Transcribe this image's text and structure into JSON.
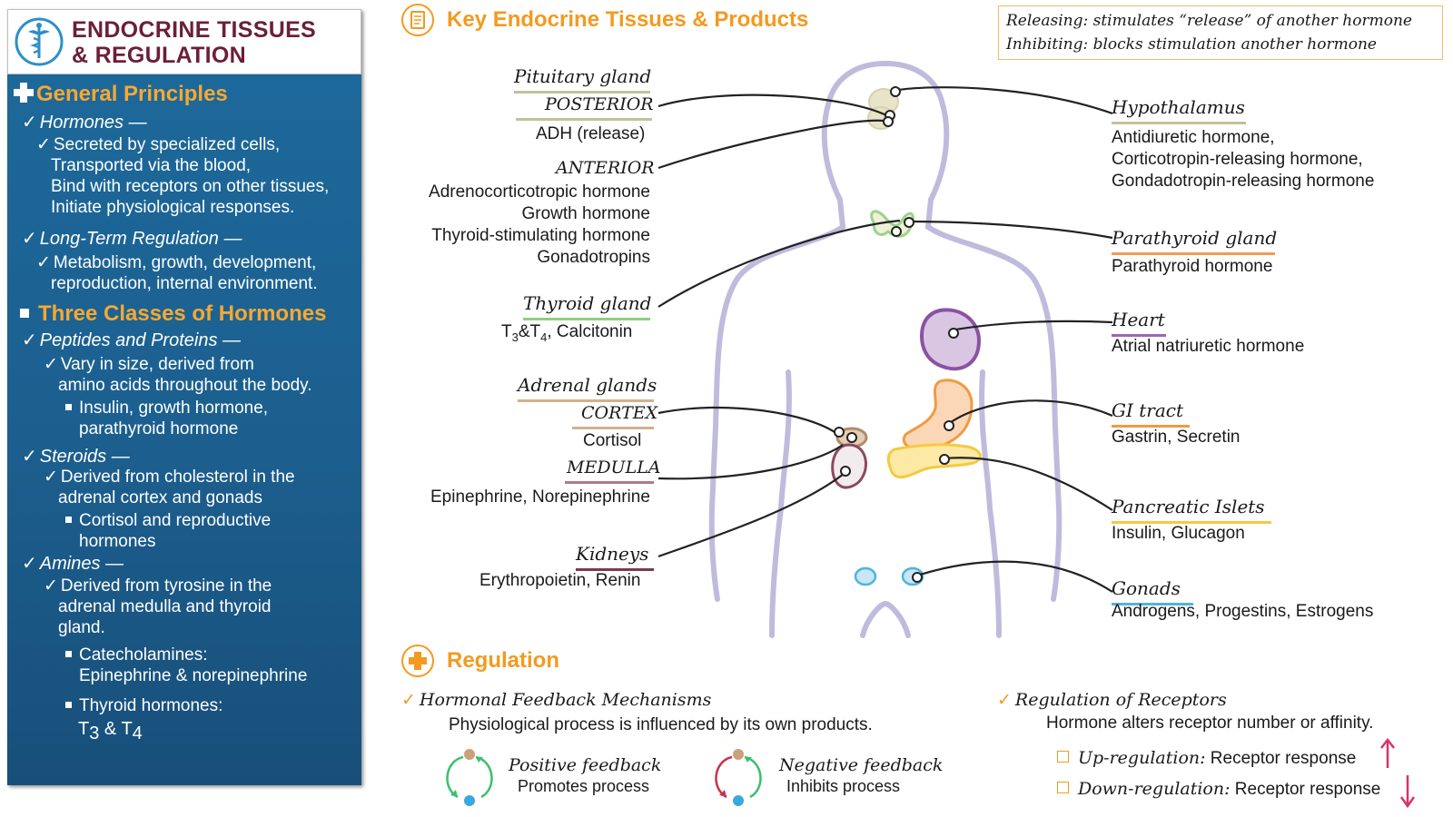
{
  "left": {
    "title_line1": "ENDOCRINE TISSUES",
    "title_line2": "& REGULATION",
    "general_principles": {
      "heading": "General Principles",
      "hormones": "Hormones —",
      "hormones_items": [
        "Secreted by specialized cells,",
        "Transported via the blood,",
        "Bind with receptors on other tissues,",
        "Initiate physiological responses."
      ],
      "long_term": "Long-Term Regulation —",
      "long_term_items": [
        "Metabolism, growth, development,",
        "reproduction, internal environment."
      ]
    },
    "three_classes": {
      "heading": "Three Classes of Hormones",
      "peptides": "Peptides and Proteins —",
      "peptides_items": [
        "Vary in size, derived from",
        "amino acids throughout the body."
      ],
      "peptides_examples": [
        "Insulin, growth hormone,",
        "parathyroid hormone"
      ],
      "steroids": "Steroids —",
      "steroids_items": [
        "Derived from cholesterol in the",
        "adrenal cortex and gonads"
      ],
      "steroids_examples": [
        "Cortisol and reproductive",
        "hormones"
      ],
      "amines": "Amines —",
      "amines_items": [
        "Derived from tyrosine in the",
        "adrenal medulla and thyroid",
        "gland."
      ],
      "catecholamines": [
        "Catecholamines:",
        "Epinephrine & norepinephrine"
      ],
      "thyroid_hormones": "Thyroid hormones:",
      "t_label": "T",
      "t_sub1": "3",
      "amp": " & ",
      "t_sub2": "4"
    }
  },
  "key": {
    "title": "Key Endocrine Tissues & Products",
    "legend_line1": "Releasing: stimulates “release” of another hormone",
    "legend_line2": "Inhibiting: blocks stimulation another hormone"
  },
  "glands_left": {
    "pituitary": "Pituitary gland",
    "posterior": "POSTERIOR",
    "posterior_products": "ADH (release)",
    "anterior": "ANTERIOR",
    "anterior_products": [
      "Adrenocorticotropic hormone",
      "Growth hormone",
      "Thyroid-stimulating hormone",
      "Gonadotropins"
    ],
    "thyroid": "Thyroid  gland",
    "thyroid_t": "T",
    "thyroid_sub3": "3",
    "thyroid_amp": "&",
    "thyroid_sub4": "4",
    "thyroid_rest": ", Calcitonin",
    "adrenal": "Adrenal glands",
    "cortex": "CORTEX",
    "cortex_products": "Cortisol",
    "medulla": "MEDULLA",
    "medulla_products": "Epinephrine, Norepinephrine",
    "kidneys": "Kidneys",
    "kidneys_products": "Erythropoietin, Renin"
  },
  "glands_right": {
    "hypothalamus": "Hypothalamus",
    "hypothalamus_products": [
      "Antidiuretic hormone,",
      "Corticotropin-releasing hormone,",
      "Gondadotropin-releasing hormone"
    ],
    "parathyroid": "Parathyroid gland",
    "parathyroid_products": "Parathyroid hormone",
    "heart": "Heart",
    "heart_products": "Atrial natriuretic hormone",
    "gi": "GI tract",
    "gi_products": "Gastrin, Secretin",
    "pancreas": "Pancreatic Islets",
    "pancreas_products": "Insulin, Glucagon",
    "gonads": "Gonads",
    "gonads_products": "Androgens, Progestins, Estrogens"
  },
  "regulation": {
    "title": "Regulation",
    "feedback_head": "Hormonal Feedback Mechanisms",
    "feedback_text": "Physiological process is influenced by its own products.",
    "positive": "Positive feedback",
    "positive_sub": "Promotes process",
    "negative": "Negative feedback",
    "negative_sub": "Inhibits process",
    "receptors_head": "Regulation of Receptors",
    "receptors_text": "Hormone alters receptor number or affinity.",
    "up_label": "Up-regulation:",
    "up_text": " Receptor response",
    "down_label": "Down-regulation:",
    "down_text": "  Receptor response"
  },
  "colors": {
    "orange": "#f39a1f",
    "maroon": "#6b1f3a",
    "panel_blue": "#1c5f8f",
    "body_outline": "#b9b5d9"
  }
}
